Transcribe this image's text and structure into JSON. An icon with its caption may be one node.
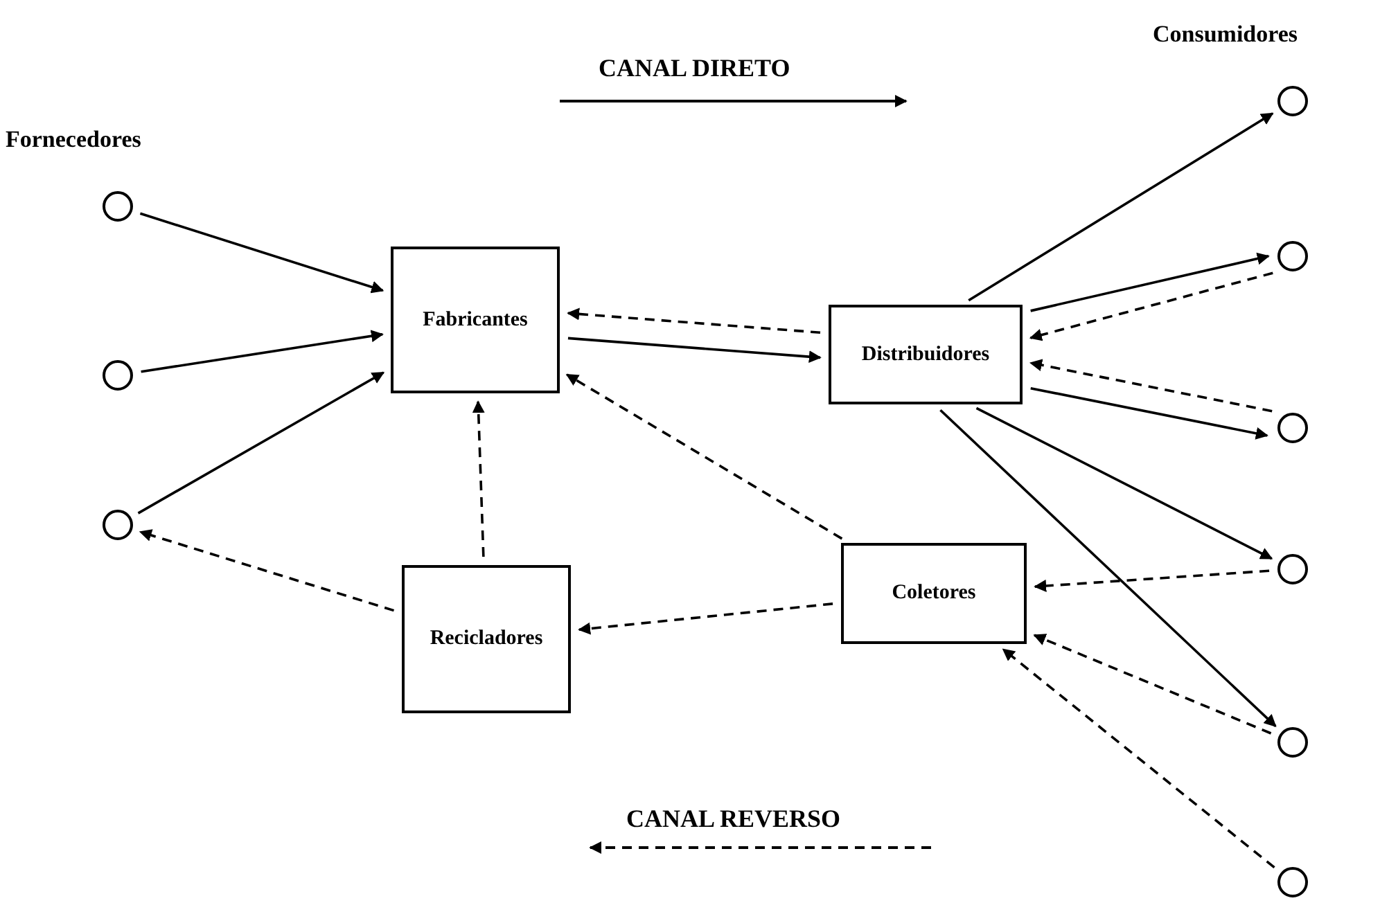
{
  "diagram": {
    "nodes": [
      {
        "text": [],
        "shape": "circle"
      },
      {
        "text": [],
        "shape": "circle"
      },
      {
        "text": [],
        "shape": "circle"
      },
      {
        "text": [
          "Fabricantes"
        ]
      },
      {
        "text": [
          "Distribuidores"
        ]
      },
      {
        "text": [
          "Coletores"
        ]
      },
      {
        "text": [
          "Recicladores"
        ]
      },
      {
        "text": [],
        "shape": "circle"
      },
      {
        "text": [],
        "shape": "circle"
      },
      {
        "text": [],
        "shape": "circle"
      },
      {
        "text": [],
        "shape": "circle"
      },
      {
        "text": [],
        "shape": "circle"
      },
      {
        "text": [],
        "shape": "circle"
      }
    ],
    "edges": [
      {
        "from": 0,
        "to": 3,
        "arrow": "to"
      },
      {
        "from": 1,
        "to": 3,
        "arrow": "to"
      },
      {
        "from": 2,
        "to": 3,
        "arrow": "to"
      },
      {
        "from": 4,
        "to": 3,
        "arrow": "to",
        "style": "dashed"
      },
      {
        "from": 3,
        "to": 4,
        "arrow": "to"
      },
      {
        "from": 4,
        "to": 7,
        "arrow": "to"
      },
      {
        "from": 4,
        "to": 8,
        "arrow": "to"
      },
      {
        "from": 8,
        "to": 4,
        "arrow": "to",
        "style": "dashed"
      },
      {
        "from": 9,
        "to": 4,
        "arrow": "to",
        "style": "dashed"
      },
      {
        "from": 4,
        "to": 9,
        "arrow": "to"
      },
      {
        "from": 4,
        "to": 10,
        "arrow": "to"
      },
      {
        "from": 4,
        "to": 11,
        "arrow": "to"
      },
      {
        "from": 10,
        "to": 5,
        "arrow": "to",
        "style": "dashed"
      },
      {
        "from": 11,
        "to": 5,
        "arrow": "to",
        "style": "dashed"
      },
      {
        "from": 12,
        "to": 5,
        "arrow": "to",
        "style": "dashed"
      },
      {
        "from": 5,
        "to": 3,
        "arrow": "to",
        "style": "dashed"
      },
      {
        "from": 5,
        "to": 6,
        "arrow": "to",
        "style": "dashed"
      },
      {
        "from": 6,
        "to": 3,
        "arrow": "to",
        "style": "dashed"
      },
      {
        "from": 6,
        "to": 2,
        "arrow": "to",
        "style": "dashed"
      }
    ],
    "labels": [
      "Fornecedores",
      "Consumidores"
    ],
    "legend": [
      {
        "text": "CANAL DIRETO"
      },
      {
        "text": "CANAL REVERSO"
      }
    ]
  }
}
